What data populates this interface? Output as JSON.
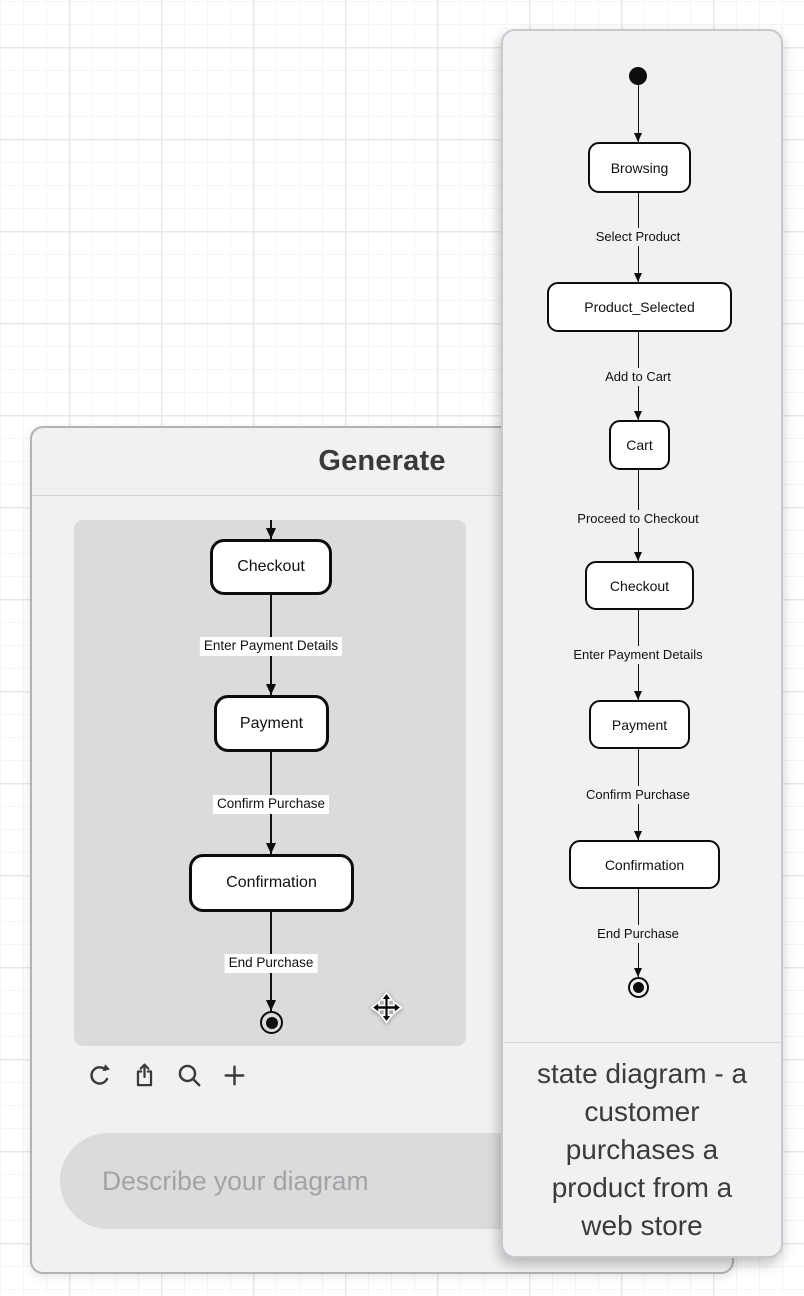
{
  "generate_panel": {
    "title": "Generate",
    "toolbar": {
      "icons": [
        "refresh-icon",
        "share-icon",
        "search-icon",
        "add-icon"
      ]
    },
    "input": {
      "placeholder": "Describe your diagram",
      "value": ""
    },
    "preview": {
      "states": [
        {
          "label": "Checkout"
        },
        {
          "label": "Payment"
        },
        {
          "label": "Confirmation"
        }
      ],
      "edge_labels": [
        {
          "text": "Enter Payment Details"
        },
        {
          "text": "Confirm Purchase"
        },
        {
          "text": "End Purchase"
        }
      ]
    }
  },
  "diagram_card": {
    "type": "state-diagram",
    "states": [
      {
        "label": "Browsing"
      },
      {
        "label": "Product_Selected"
      },
      {
        "label": "Cart"
      },
      {
        "label": "Checkout"
      },
      {
        "label": "Payment"
      },
      {
        "label": "Confirmation"
      }
    ],
    "edge_labels": [
      {
        "text": "Select Product"
      },
      {
        "text": "Add to Cart"
      },
      {
        "text": "Proceed to Checkout"
      },
      {
        "text": "Enter Payment Details"
      },
      {
        "text": "Confirm Purchase"
      },
      {
        "text": "End Purchase"
      }
    ],
    "caption": "state diagram - a customer purchases a product from a web store"
  },
  "colors": {
    "panel_bg": "#f1f1f2",
    "card_bg": "#f1f1f3",
    "preview_bg": "#dbdbdb",
    "node_bg": "#ffffff",
    "node_border": "#0d0d0d",
    "title_text": "#39393b",
    "caption_text": "#3b3b3d",
    "placeholder_text": "#a3a3a7",
    "icon_color": "#3a3a3c"
  }
}
